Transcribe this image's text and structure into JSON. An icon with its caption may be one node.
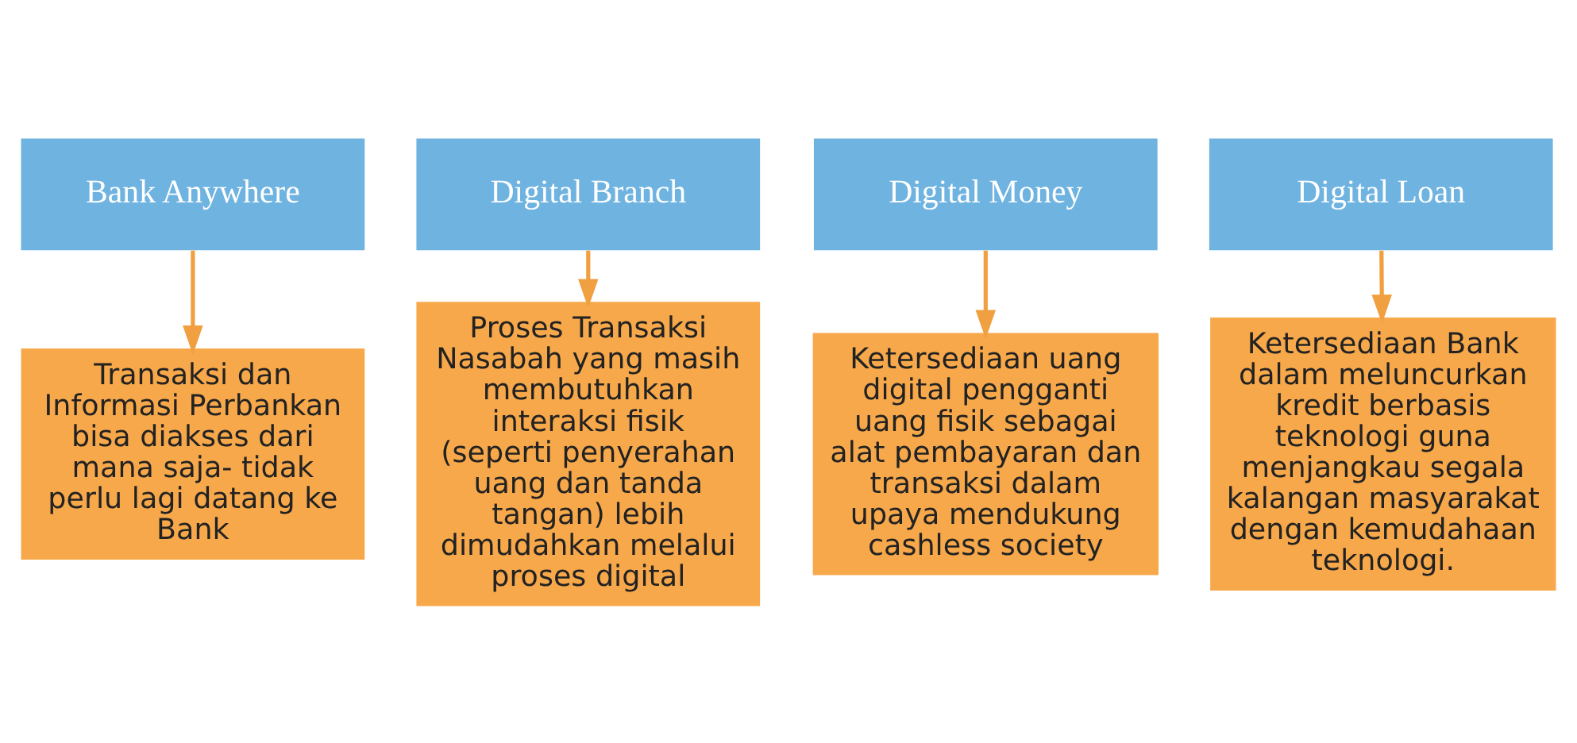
{
  "diagram": {
    "nodes": [
      {
        "text": [
          "Bank Anywhere"
        ]
      },
      {
        "text": [
          "Digital Branch"
        ]
      },
      {
        "text": [
          "Digital Money"
        ]
      },
      {
        "text": [
          "Digital Loan"
        ]
      },
      {
        "text": [
          "Transaksi dan Informasi Perbankan bisa diakses dari mana saja- tidak perlu lagi datang ke Bank"
        ]
      },
      {
        "text": [
          "Proses Transaksi Nasabah yang masih membutuhkan interaksi fisik (seperti penyerahan uang dan tanda tangan) lebih dimudahkan melalui proses digital"
        ]
      },
      {
        "text": [
          "Ketersediaan uang digital pengganti uang fisik sebagai alat pembayaran dan transaksi dalam upaya mendukung cashless society"
        ]
      },
      {
        "text": [
          "Ketersediaan Bank dalam meluncurkan kredit berbasis teknologi guna menjangkau segala kalangan masyarakat dengan kemudahaan teknologi."
        ]
      }
    ],
    "edges": [
      {
        "from": 0,
        "to": 4,
        "arrow": "to"
      },
      {
        "from": 1,
        "to": 5,
        "arrow": "to"
      },
      {
        "from": 2,
        "to": 6,
        "arrow": "to"
      },
      {
        "from": 3,
        "to": 7,
        "arrow": "to"
      }
    ]
  }
}
